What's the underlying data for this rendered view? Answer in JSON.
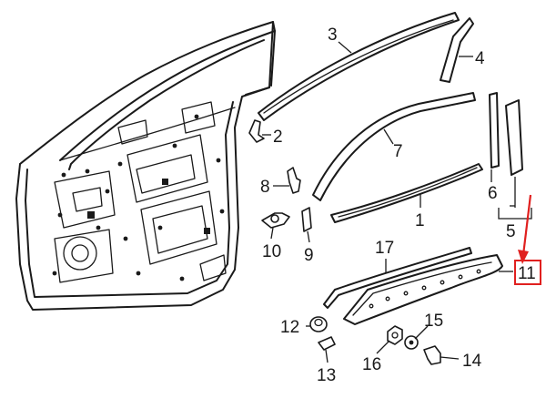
{
  "callouts": [
    {
      "id": "1",
      "label": "1"
    },
    {
      "id": "2",
      "label": "2"
    },
    {
      "id": "3",
      "label": "3"
    },
    {
      "id": "4",
      "label": "4"
    },
    {
      "id": "5",
      "label": "5"
    },
    {
      "id": "6",
      "label": "6"
    },
    {
      "id": "7",
      "label": "7"
    },
    {
      "id": "8",
      "label": "8"
    },
    {
      "id": "9",
      "label": "9"
    },
    {
      "id": "10",
      "label": "10"
    },
    {
      "id": "11",
      "label": "11"
    },
    {
      "id": "12",
      "label": "12"
    },
    {
      "id": "13",
      "label": "13"
    },
    {
      "id": "14",
      "label": "14"
    },
    {
      "id": "15",
      "label": "15"
    },
    {
      "id": "16",
      "label": "16"
    },
    {
      "id": "17",
      "label": "17"
    }
  ],
  "highlight": {
    "callout": "11",
    "box_color": "#e0201f",
    "arrow_color": "#e0201f"
  },
  "colors": {
    "line": "#1a1a1a",
    "background": "#ffffff"
  }
}
